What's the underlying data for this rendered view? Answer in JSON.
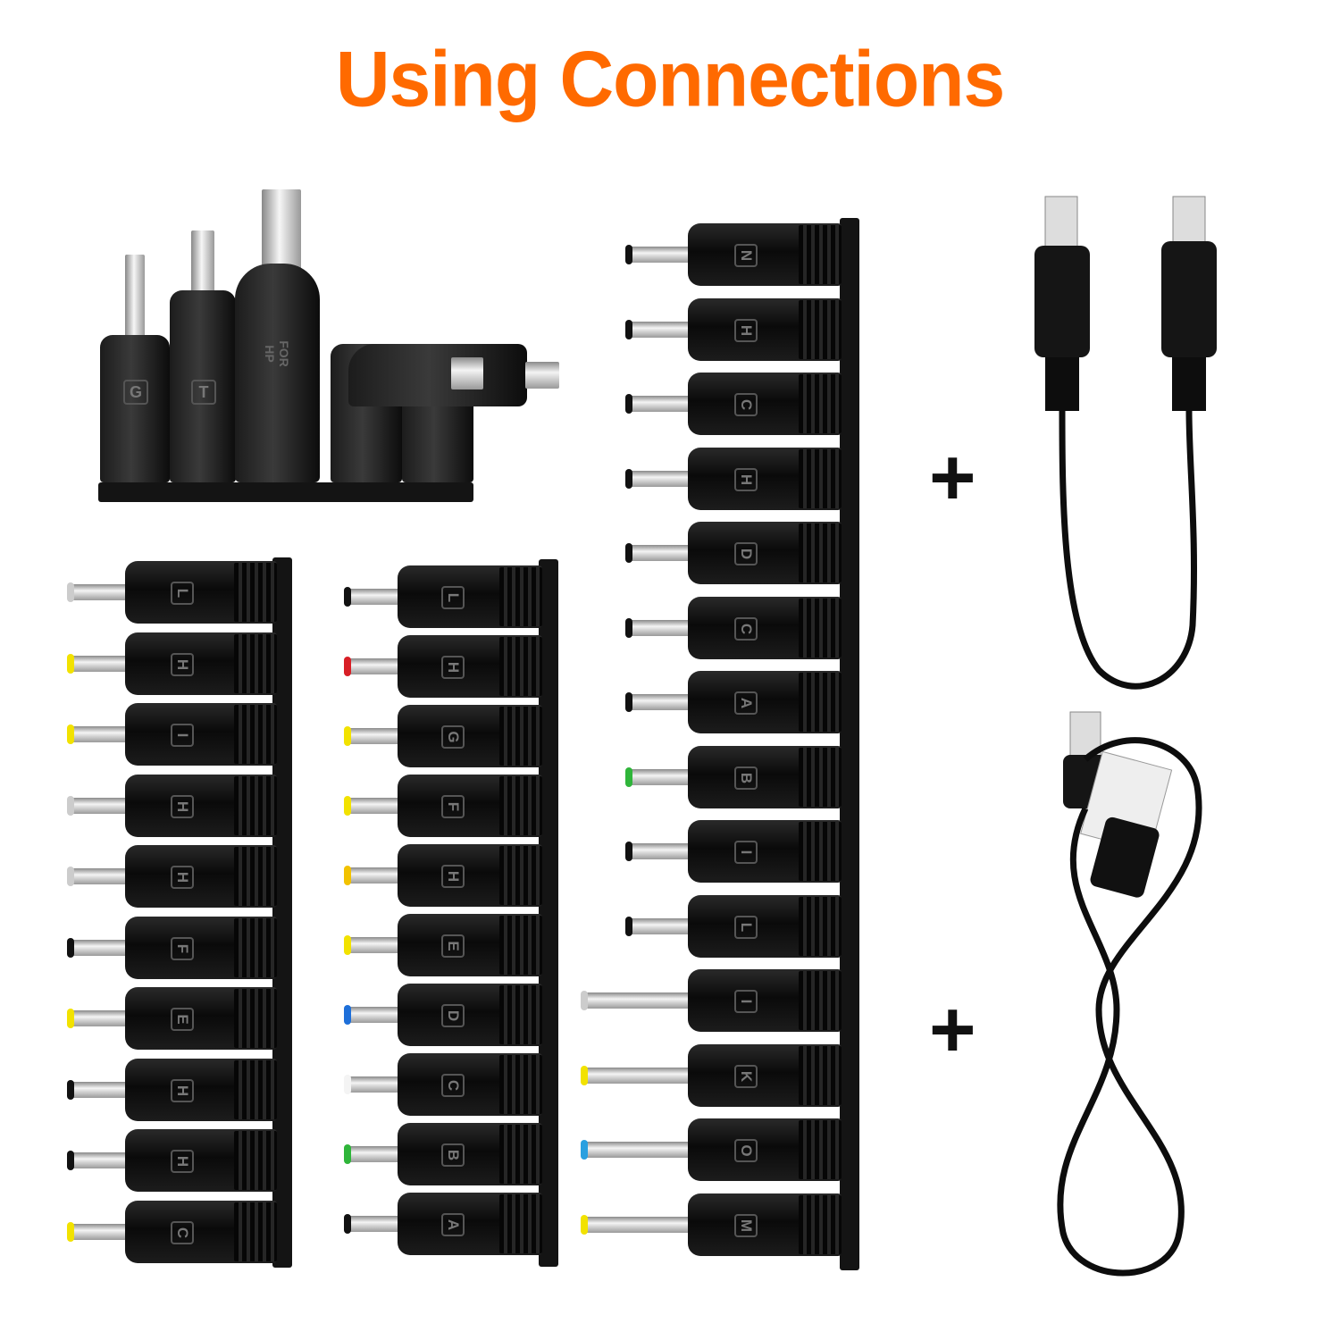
{
  "title": {
    "text": "Using Connections",
    "color": "#FF6A00"
  },
  "top_group": {
    "tips": [
      {
        "label": "G"
      },
      {
        "label": "T"
      },
      {
        "label": "FOR HP"
      },
      {
        "label": "",
        "type": "mini-usb"
      },
      {
        "label": "",
        "type": "micro-usb"
      }
    ]
  },
  "columns": [
    {
      "tips": [
        {
          "label": "L",
          "ring": "#cccccc"
        },
        {
          "label": "H",
          "ring": "#f2e200"
        },
        {
          "label": "I",
          "ring": "#f2e200"
        },
        {
          "label": "H",
          "ring": "#cccccc"
        },
        {
          "label": "H",
          "ring": "#cccccc"
        },
        {
          "label": "F",
          "ring": "#111111"
        },
        {
          "label": "E",
          "ring": "#f2e200"
        },
        {
          "label": "H",
          "ring": "#111111"
        },
        {
          "label": "H",
          "ring": "#111111"
        },
        {
          "label": "C",
          "ring": "#f2e200"
        }
      ]
    },
    {
      "tips": [
        {
          "label": "L",
          "ring": "#111111"
        },
        {
          "label": "H",
          "ring": "#d81f26"
        },
        {
          "label": "G",
          "ring": "#f2e200"
        },
        {
          "label": "F",
          "ring": "#f2e200"
        },
        {
          "label": "H",
          "ring": "#f2c200"
        },
        {
          "label": "E",
          "ring": "#f2e200"
        },
        {
          "label": "D",
          "ring": "#1e6fd9"
        },
        {
          "label": "C",
          "ring": "#f4f4f4"
        },
        {
          "label": "B",
          "ring": "#2fb53a"
        },
        {
          "label": "A",
          "ring": "#111111"
        }
      ]
    },
    {
      "tips": [
        {
          "label": "N",
          "ring": "#111111"
        },
        {
          "label": "H",
          "ring": "#111111"
        },
        {
          "label": "C",
          "ring": "#111111"
        },
        {
          "label": "H",
          "ring": "#111111"
        },
        {
          "label": "D",
          "ring": "#111111"
        },
        {
          "label": "C",
          "ring": "#111111"
        },
        {
          "label": "A",
          "ring": "#111111"
        },
        {
          "label": "B",
          "ring": "#2fb53a"
        },
        {
          "label": "I",
          "ring": "#111111"
        },
        {
          "label": "L",
          "ring": "#111111"
        },
        {
          "label": "I",
          "ring": "#cccccc"
        },
        {
          "label": "K",
          "ring": "#f2e200"
        },
        {
          "label": "O",
          "ring": "#2aa0e0"
        },
        {
          "label": "M",
          "ring": "#f2e200"
        }
      ]
    }
  ],
  "extras": {
    "plus_sign": "+"
  }
}
